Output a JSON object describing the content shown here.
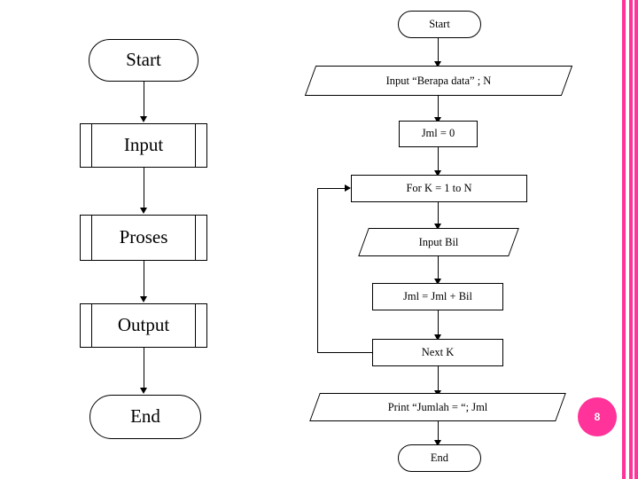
{
  "slide": {
    "page_number": "8",
    "accent_color": "#ff3399",
    "background": "#ffffff"
  },
  "left_flowchart": {
    "nodes": [
      {
        "id": "start",
        "label": "Start",
        "shape": "terminator"
      },
      {
        "id": "input",
        "label": "Input",
        "shape": "process-barred"
      },
      {
        "id": "proses",
        "label": "Proses",
        "shape": "process-barred"
      },
      {
        "id": "output",
        "label": "Output",
        "shape": "process-barred"
      },
      {
        "id": "end",
        "label": "End",
        "shape": "terminator"
      }
    ]
  },
  "right_flowchart": {
    "nodes": [
      {
        "id": "r-start",
        "label": "Start",
        "shape": "terminator"
      },
      {
        "id": "r-input-n",
        "label": "Input “Berapa data” ; N",
        "shape": "parallelogram"
      },
      {
        "id": "r-jml0",
        "label": "Jml = 0",
        "shape": "rectangle"
      },
      {
        "id": "r-for",
        "label": "For K = 1 to N",
        "shape": "rectangle"
      },
      {
        "id": "r-inbil",
        "label": "Input Bil",
        "shape": "parallelogram"
      },
      {
        "id": "r-sum",
        "label": "Jml = Jml + Bil",
        "shape": "rectangle"
      },
      {
        "id": "r-next",
        "label": "Next K",
        "shape": "rectangle"
      },
      {
        "id": "r-print",
        "label": "Print “Jumlah = “; Jml",
        "shape": "parallelogram"
      },
      {
        "id": "r-end",
        "label": "End",
        "shape": "terminator"
      }
    ]
  }
}
